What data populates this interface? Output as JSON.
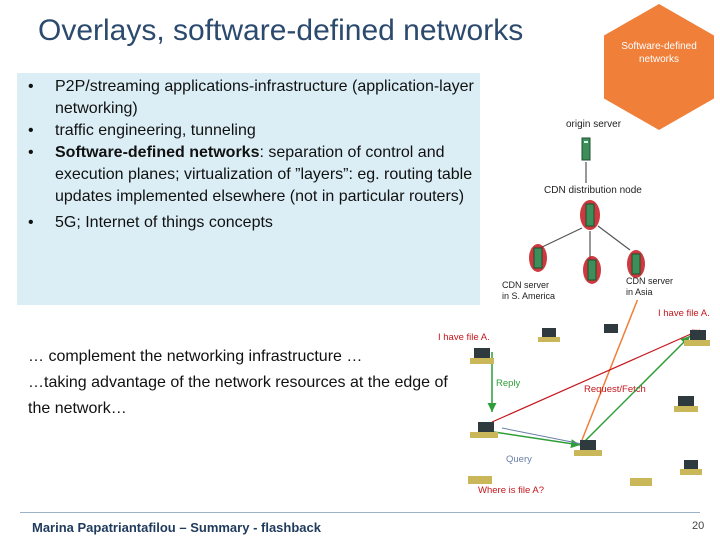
{
  "slide": {
    "title": "Overlays, software-defined networks",
    "badge_text": "Software-defined networks",
    "bullets": [
      {
        "text": "P2P/streaming applications-infrastructure (application-layer networking)"
      },
      {
        "text": "traffic engineering, tunneling"
      },
      {
        "bold": "Software-defined networks",
        "text": ": separation of control and execution planes; virtualization of ”layers”: eg. routing table updates implemented elsewhere (not in particular routers)"
      },
      {
        "text": "5G; Internet of things concepts"
      }
    ],
    "complement_lines": [
      "… complement the networking infrastructure …",
      "…taking advantage of the network resources at the edge of the network…"
    ],
    "footer": "Marina Papatriantafilou –  Summary - flashback",
    "page_number": "20"
  },
  "cdn_figure": {
    "origin_label": "origin server",
    "distribution_label": "CDN distribution node",
    "server_sa_label": "CDN server\nin S. America",
    "server_asia_label": "CDN server\nin Asia"
  },
  "p2p_figure": {
    "have_file_1": "I have file A.",
    "have_file_2": "I have file A.",
    "reply": "Reply",
    "request": "Request/Fetch",
    "query": "Query",
    "where": "Where is file A?"
  },
  "colors": {
    "title": "#2c4a6e",
    "badge": "#f07f3a",
    "bullet_box": "#dbeef6",
    "arrow_green": "#2e9e3a",
    "label_red": "#c4161c"
  }
}
